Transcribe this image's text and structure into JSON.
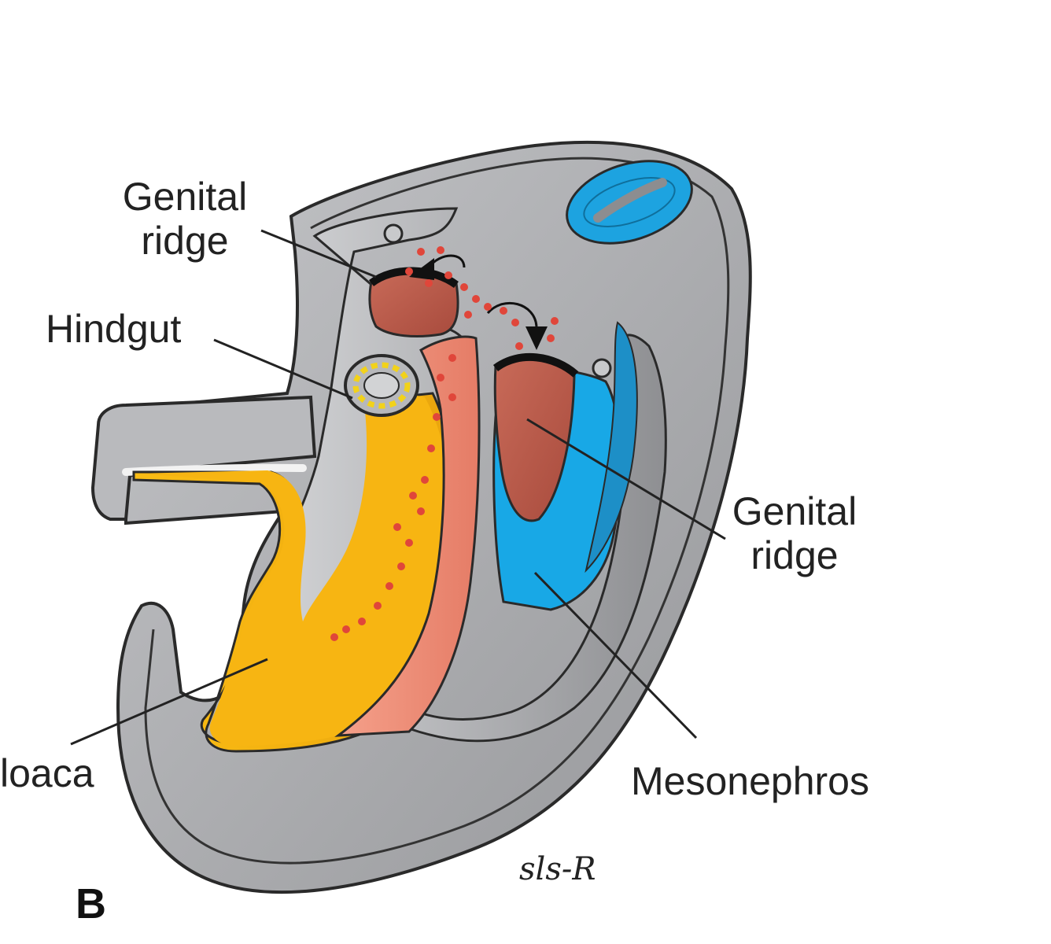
{
  "figure": {
    "panel_letter": "B",
    "signature": "sls-R",
    "labels": {
      "genital_ridge_top": [
        "Genital",
        "ridge"
      ],
      "hindgut": "Hindgut",
      "genital_ridge_right": [
        "Genital",
        "ridge"
      ],
      "cloaca": "loaca",
      "mesonephros": "Mesonephros"
    },
    "colors": {
      "body_wall": "#a9aaad",
      "body_light": "#c9cacc",
      "gut_yellow": "#f7b512",
      "mesentery_salmon": "#f0917a",
      "genital_ridge_brown": "#bd5d4c",
      "mesonephros_blue": "#18a8e6",
      "neural_tube_blue": "#1da3e0",
      "germ_cell_dot": "#e0463a"
    }
  }
}
